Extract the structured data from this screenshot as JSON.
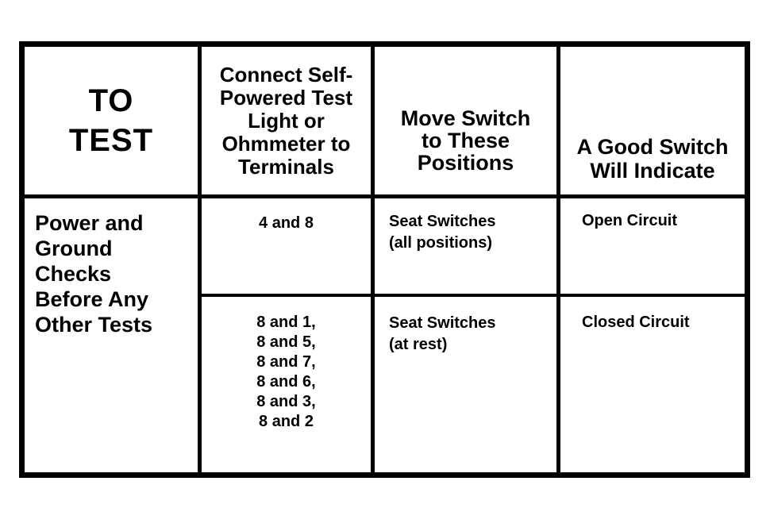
{
  "document": {
    "type": "scanned-test-procedure-table",
    "ink_color": "#000000",
    "paper_color": "#ffffff",
    "table": {
      "headers": [
        {
          "label": "TO\nTEST"
        },
        {
          "label": "Connect Self-\nPowered Test\nLight or\nOhmmeter to\nTerminals"
        },
        {
          "label": "Move Switch\nto These\nPositions"
        },
        {
          "label": "A Good Switch\nWill Indicate"
        }
      ],
      "row_group": {
        "test_name": "Power and\nGround\nChecks\nBefore Any\nOther Tests",
        "rows": [
          {
            "terminals": "4 and 8",
            "switch_position": "Seat Switches\n(all positions)",
            "indication": "Open Circuit"
          },
          {
            "terminals": "8 and 1,\n8 and 5,\n8 and 7,\n8 and 6,\n8 and 3,\n8 and 2",
            "switch_position": "Seat Switches\n(at rest)",
            "indication": "Closed Circuit"
          }
        ]
      }
    }
  }
}
